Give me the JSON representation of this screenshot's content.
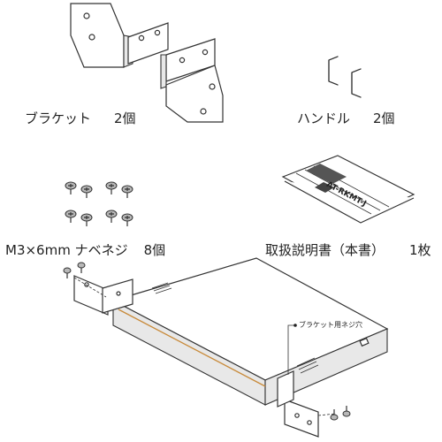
{
  "items": [
    {
      "name": "ブラケット",
      "qty": "2個"
    },
    {
      "name": "ハンドル",
      "qty": "2個"
    },
    {
      "name": "M3×6mm ナベネジ",
      "qty": "8個"
    },
    {
      "name": "取扱説明書（本書）",
      "qty": "1枚"
    }
  ],
  "manual_cover_text": "AT-RKMT-J",
  "callout": "ブラケット用ネジ穴"
}
